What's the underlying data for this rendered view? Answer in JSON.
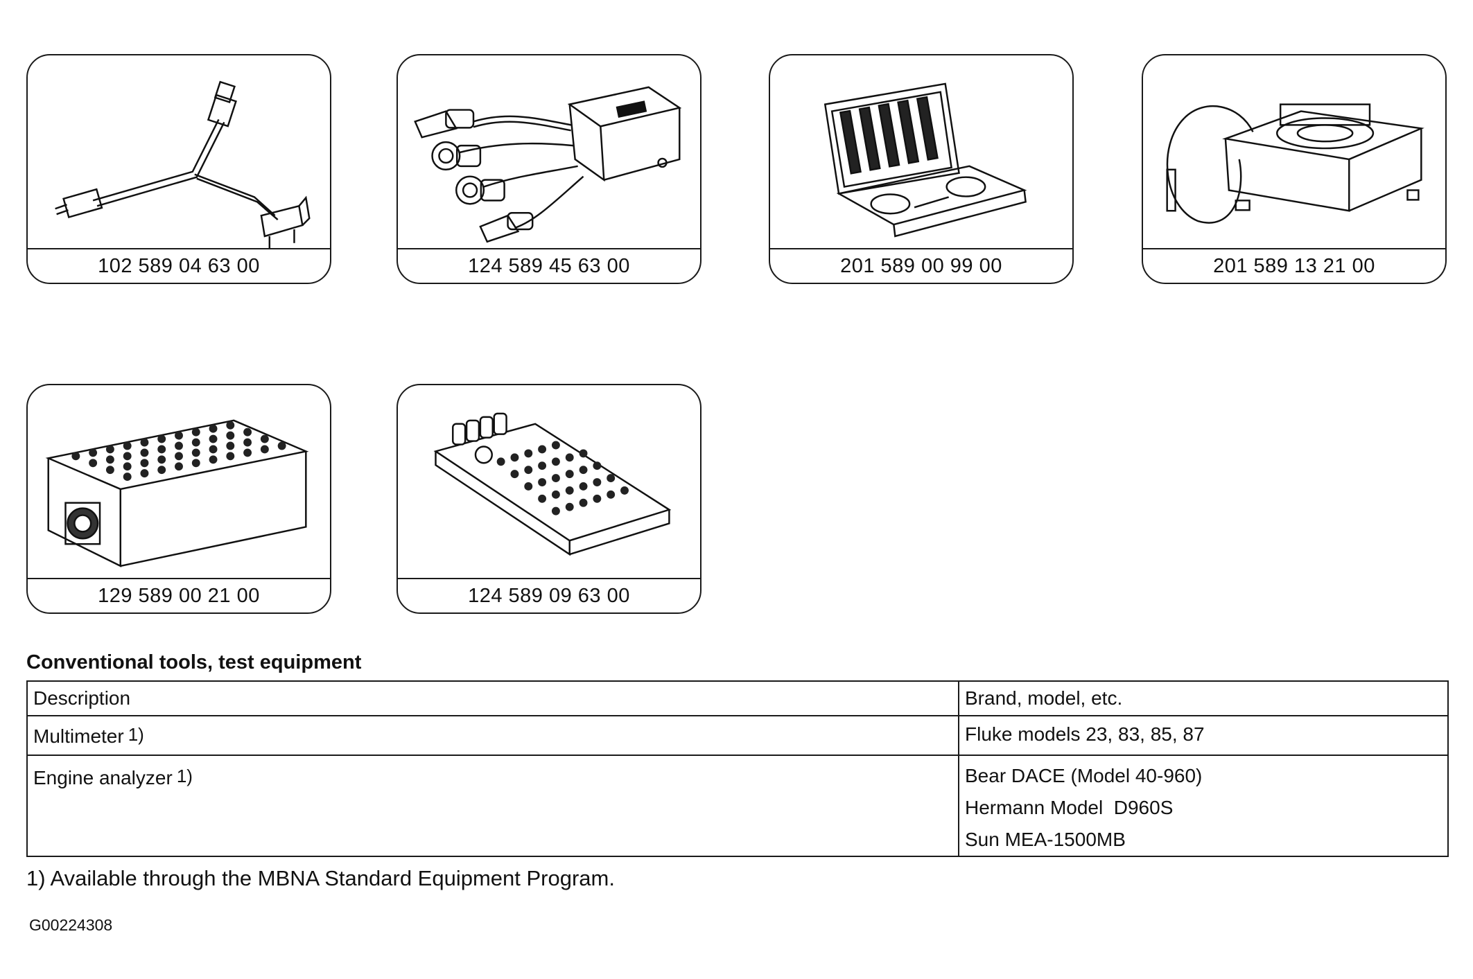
{
  "tools": [
    {
      "part_number": "102 589 04 63 00",
      "icon": "y-adapter-cable-icon"
    },
    {
      "part_number": "124 589 45 63 00",
      "icon": "test-cable-box-icon"
    },
    {
      "part_number": "201 589 00 99 00",
      "icon": "tool-case-icon"
    },
    {
      "part_number": "201 589 13 21 00",
      "icon": "sensor-unit-icon"
    },
    {
      "part_number": "129 589 00 21 00",
      "icon": "socket-box-icon"
    },
    {
      "part_number": "124 589 09 63 00",
      "icon": "breakout-box-icon"
    }
  ],
  "section": {
    "title": "Conventional tools, test equipment"
  },
  "table": {
    "headers": [
      "Description",
      "Brand, model, etc."
    ],
    "rows": [
      {
        "description": "Multimeter",
        "footnote": "1)",
        "brands": [
          "Fluke models 23, 83, 85, 87"
        ]
      },
      {
        "description": "Engine analyzer",
        "footnote": "1)",
        "brands": [
          "Bear DACE (Model 40-960)",
          "Hermann Model  D960S",
          "Sun MEA-1500MB"
        ]
      }
    ]
  },
  "footnote": "1) Available through the MBNA Standard Equipment Program.",
  "figure_id": "G00224308"
}
